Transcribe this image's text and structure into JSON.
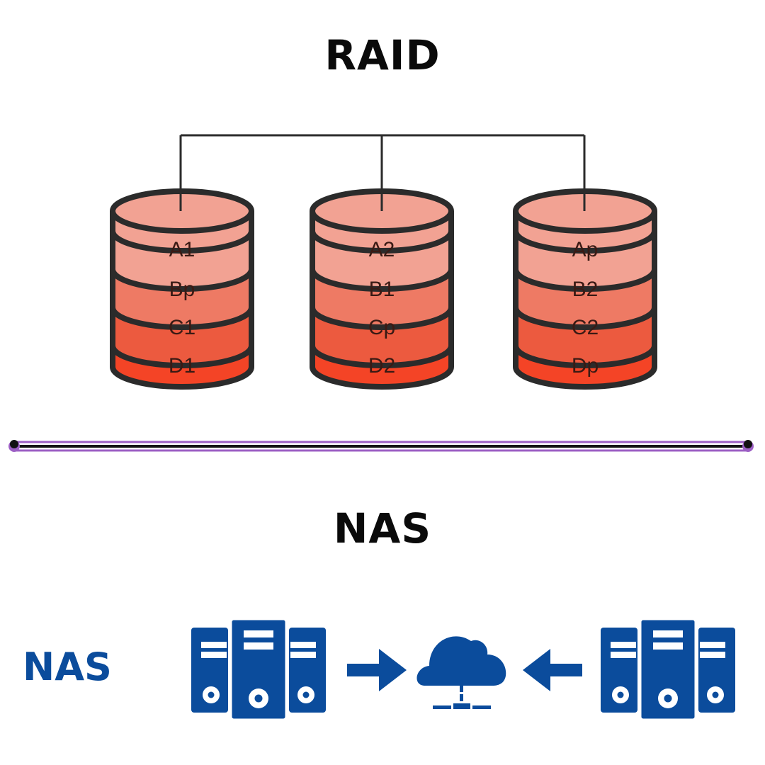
{
  "raid_section": {
    "title": "RAID",
    "disks": [
      {
        "name": "disk-1",
        "blocks": [
          "A1",
          "Bp",
          "C1",
          "D1"
        ]
      },
      {
        "name": "disk-2",
        "blocks": [
          "A2",
          "B1",
          "Cp",
          "D2"
        ]
      },
      {
        "name": "disk-3",
        "blocks": [
          "Ap",
          "B2",
          "C2",
          "Dp"
        ]
      }
    ],
    "block_colors": [
      "#f2a293",
      "#ee7a64",
      "#ec5a3f",
      "#f44426"
    ],
    "outline_color": "#2b2b2b"
  },
  "divider": {
    "color": "#9c5fc4",
    "core_color": "#111111"
  },
  "nas_section": {
    "title": "NAS",
    "side_label": "NAS",
    "icon_color": "#0b4c9c",
    "icons": [
      "server-cluster-icon",
      "arrow-right-icon",
      "cloud-network-icon",
      "arrow-left-icon",
      "server-cluster-icon"
    ]
  }
}
